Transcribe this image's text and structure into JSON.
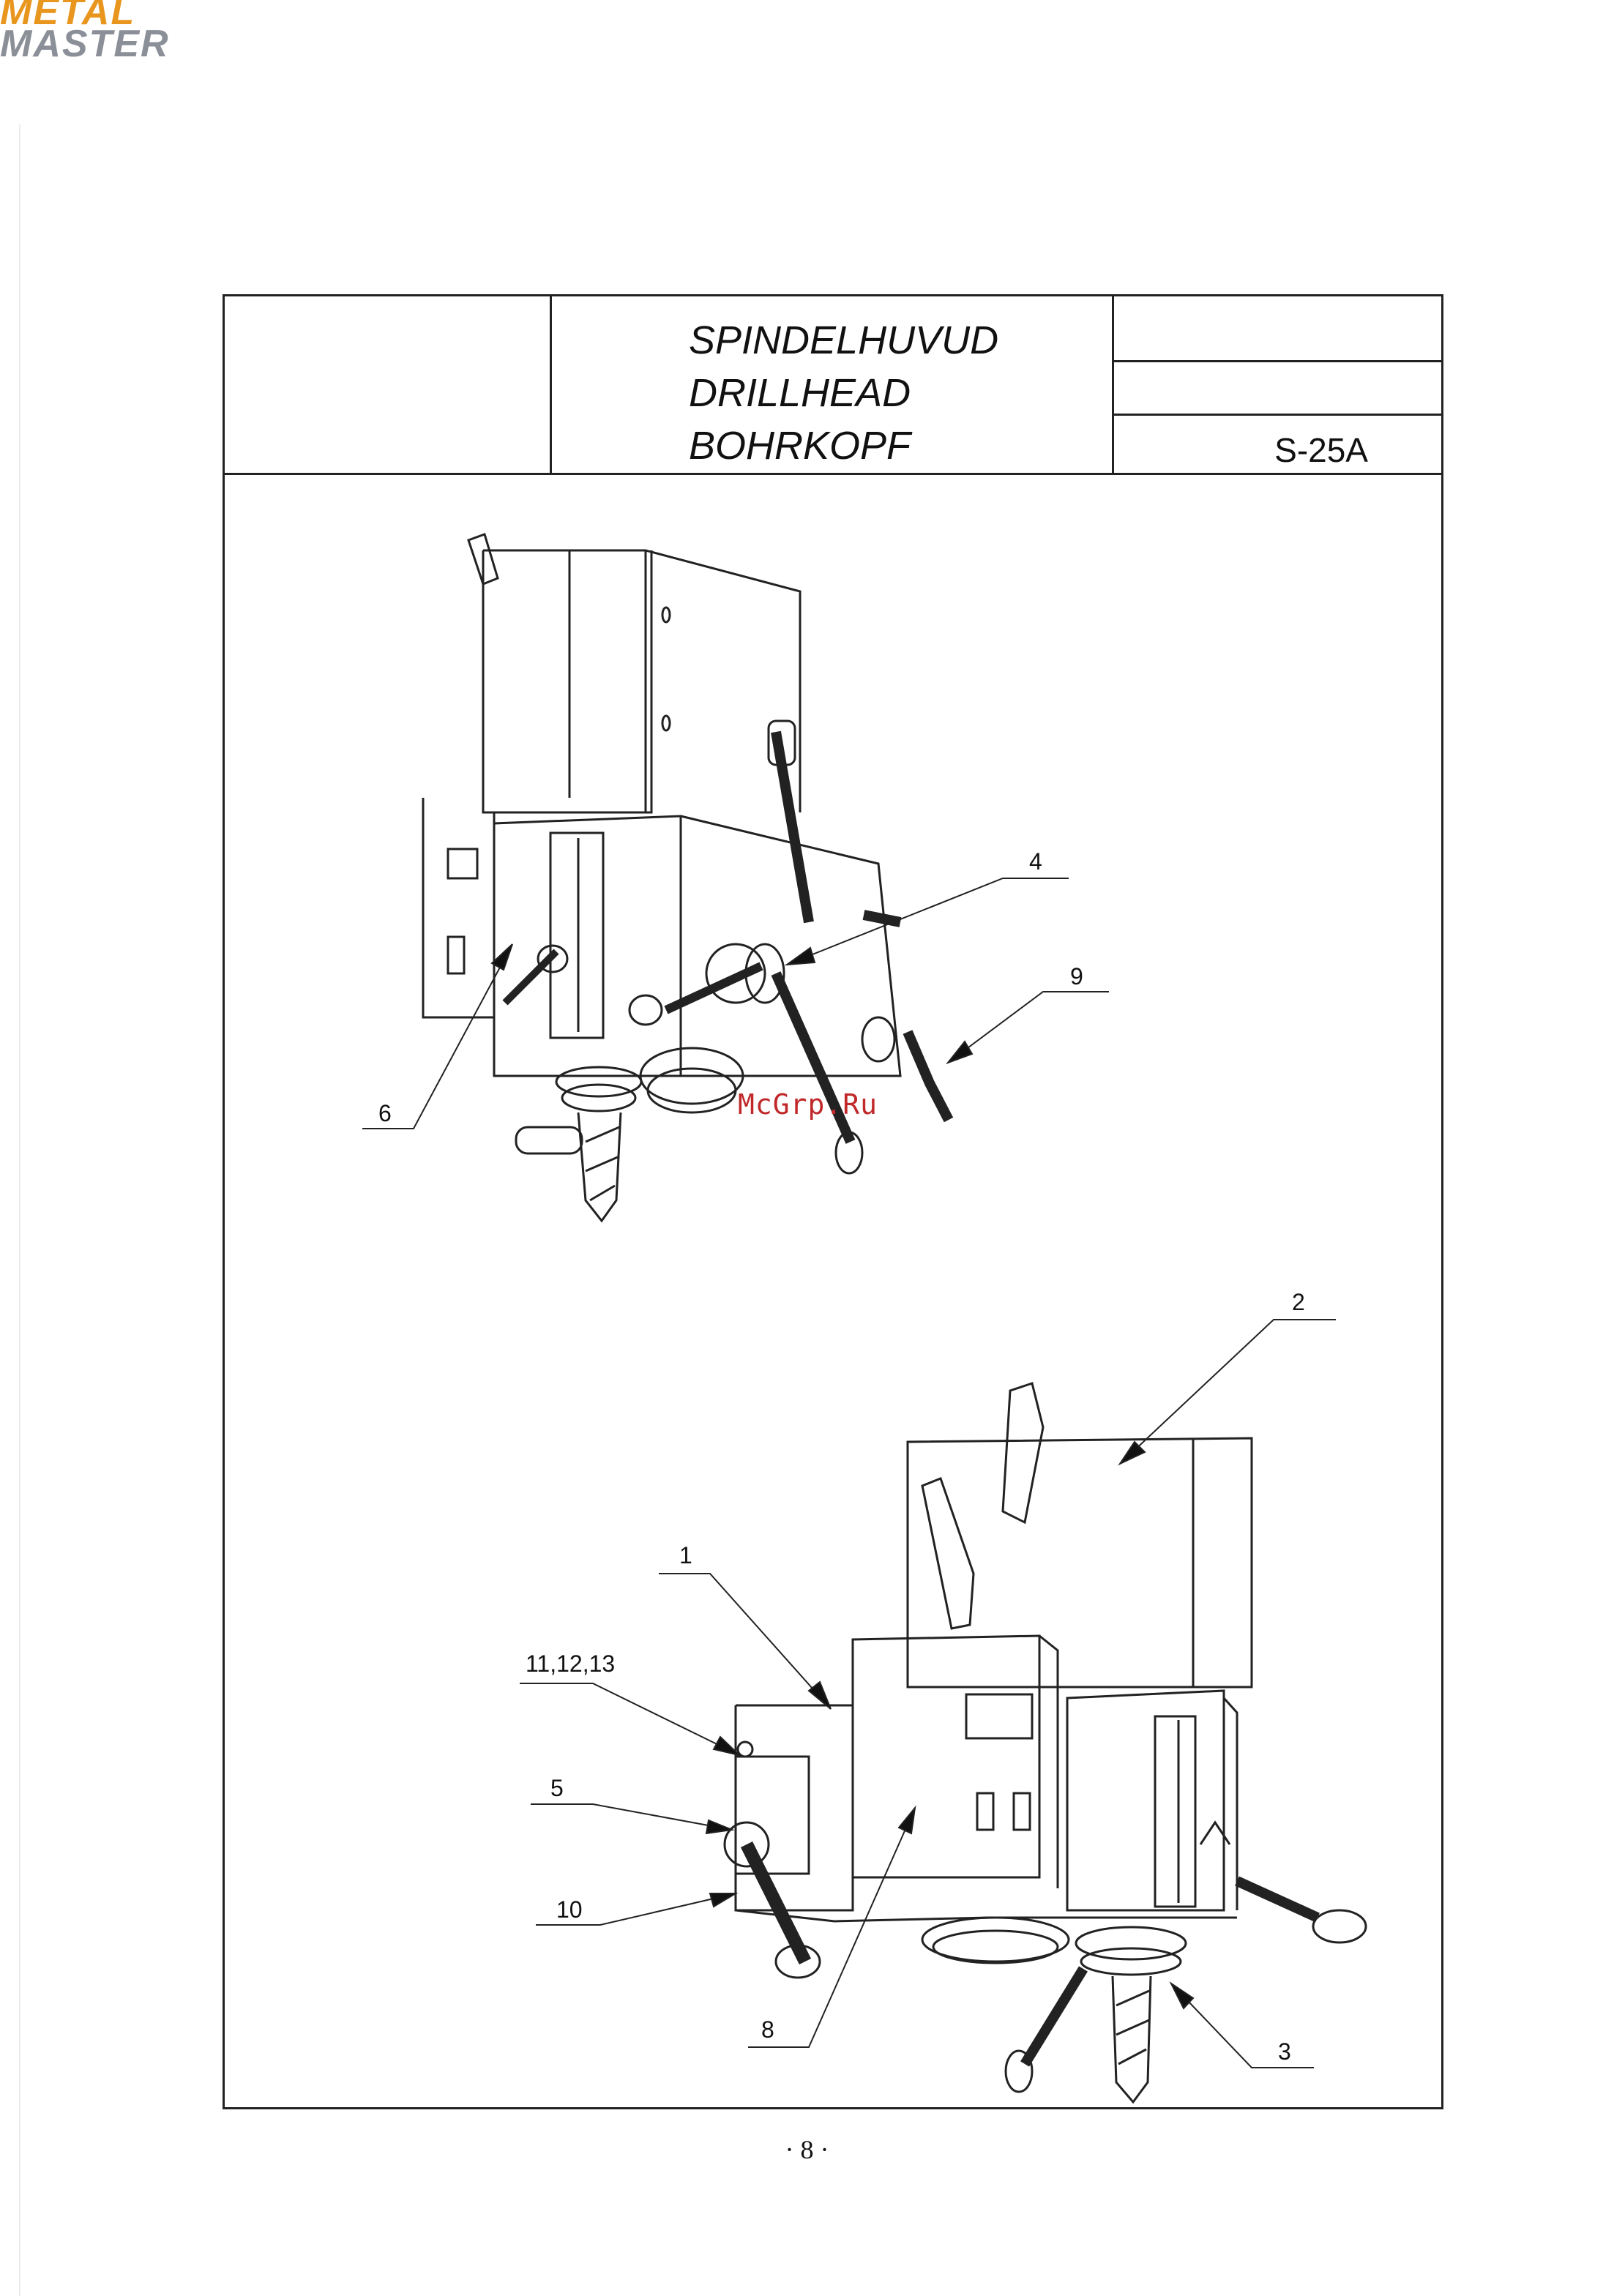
{
  "logo": {
    "line1": "METAL",
    "line2": "MASTER"
  },
  "title_block": {
    "titles": [
      "SPINDELHUVUD",
      "DRILLHEAD",
      "BOHRKOPF"
    ],
    "code": "S-25A"
  },
  "callouts": {
    "c1": "1",
    "c2": "2",
    "c3": "3",
    "c4": "4",
    "c5": "5",
    "c6": "6",
    "c8": "8",
    "c9": "9",
    "c10": "10",
    "c11": "11,12,13"
  },
  "watermark": "McGrp.Ru",
  "page_number": "· 8 ·"
}
